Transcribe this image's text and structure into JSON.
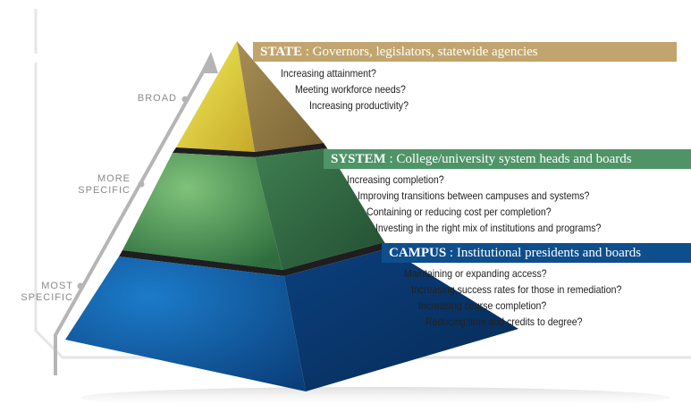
{
  "colors": {
    "state": "#C2A56E",
    "system": "#4E9467",
    "campus": "#0E4E8C",
    "axis": "#B5B5B5"
  },
  "axis_labels": {
    "broad": "BROAD",
    "more_specific": [
      "MORE",
      "SPECIFIC"
    ],
    "most_specific": [
      "MOST",
      "SPECIFIC"
    ]
  },
  "levels": [
    {
      "id": "state",
      "name": "STATE",
      "audience": "Governors, legislators, statewide agencies",
      "questions": [
        "Increasing attainment?",
        "Meeting workforce needs?",
        "Increasing productivity?"
      ]
    },
    {
      "id": "system",
      "name": "SYSTEM",
      "audience": "College/university system heads and boards",
      "questions": [
        "Increasing completion?",
        "Improving transitions between campuses and systems?",
        "Containing or reducing cost per completion?",
        "Investing in the right mix of institutions and programs?"
      ]
    },
    {
      "id": "campus",
      "name": "CAMPUS",
      "audience": "Institutional presidents and boards",
      "questions": [
        "Maintaining or expanding access?",
        "Increasing success rates for those in remediation?",
        "Increasing course completion?",
        "Reducing time and credits to degree?"
      ]
    }
  ]
}
